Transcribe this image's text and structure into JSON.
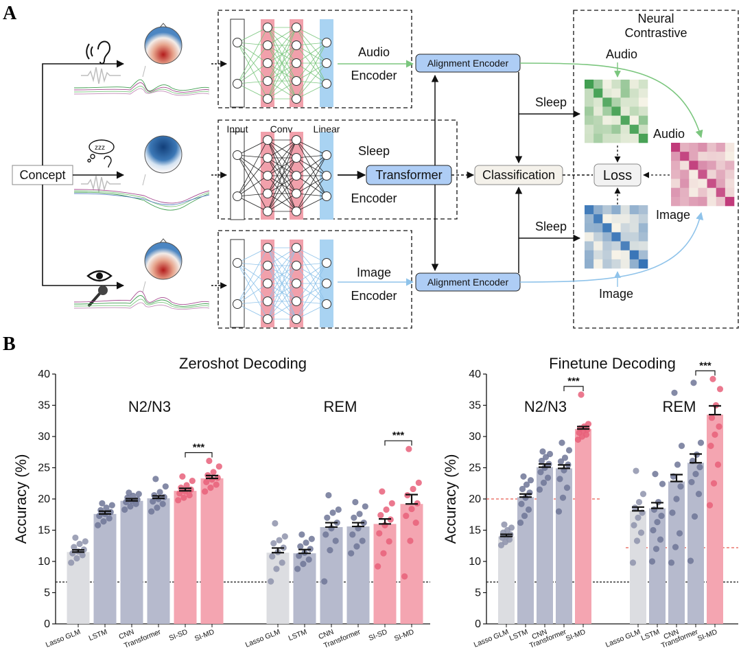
{
  "panel_a": {
    "letter": "A",
    "concept_label": "Concept",
    "encoders": {
      "audio": {
        "line1": "Audio",
        "line2": "Encoder"
      },
      "sleep": {
        "line1": "Sleep",
        "line2": "Encoder"
      },
      "image": {
        "line1": "Image",
        "line2": "Encoder"
      }
    },
    "layer_labels": {
      "input": "Input",
      "conv": "Conv",
      "linear": "Linear"
    },
    "alignment_encoder_label": "Alignment Encoder",
    "transformer_label": "Transformer",
    "classification_label": "Classification",
    "loss_label": "Loss",
    "neural_contrastive": {
      "line1": "Neural",
      "line2": "Contrastive"
    },
    "matrix_labels": {
      "audio_top": "Audio",
      "sleep_top": "Sleep",
      "sleep_bottom": "Sleep",
      "image_bottom": "Image",
      "audio_side": "Audio",
      "image_side": "Image"
    },
    "colors": {
      "audio_green": "#7bc67e",
      "image_blue": "#8fc3ea",
      "conv_pink": "#f1a0ab",
      "linear_blue": "#a9d3f2",
      "encoder_box": "#aecdf5",
      "heat_green": "#3f9e4f",
      "heat_blue": "#2f6fb5",
      "heat_pink": "#c0397a"
    }
  },
  "panel_b": {
    "letter": "B",
    "y_axis_label": "Accuracy (%)"
  },
  "chart_data": [
    {
      "type": "bar",
      "title": "Zeroshot Decoding",
      "ylabel": "Accuracy (%)",
      "ylim": [
        0,
        40
      ],
      "yticks": [
        0,
        5,
        10,
        15,
        20,
        25,
        30,
        35,
        40
      ],
      "chance_level": 6.7,
      "groups": [
        {
          "name": "N2/N3",
          "categories": [
            "Lasso GLM",
            "LSTM",
            "CNN",
            "Transformer",
            "SI-SD",
            "SI-MD"
          ],
          "values": [
            11.5,
            17.6,
            19.7,
            20.1,
            21.3,
            23.3
          ],
          "sem": [
            0.35,
            0.45,
            0.35,
            0.4,
            0.4,
            0.45
          ],
          "points": [
            [
              9.8,
              10.5,
              11.0,
              11.3,
              11.6,
              11.9,
              12.3,
              12.8,
              13.2,
              13.8
            ],
            [
              15.8,
              16.4,
              16.9,
              17.3,
              17.6,
              17.9,
              18.2,
              18.6,
              19.0,
              19.3
            ],
            [
              18.3,
              18.8,
              19.2,
              19.5,
              19.7,
              19.9,
              20.2,
              20.5,
              20.8,
              21.0
            ],
            [
              18.0,
              18.6,
              19.2,
              19.6,
              20.0,
              20.3,
              20.6,
              21.1,
              22.0,
              23.2
            ],
            [
              19.8,
              20.2,
              20.6,
              20.9,
              21.2,
              21.5,
              21.8,
              22.2,
              22.9,
              23.6
            ],
            [
              21.2,
              21.8,
              22.3,
              22.7,
              23.1,
              23.4,
              23.8,
              24.3,
              25.2,
              26.1
            ]
          ],
          "significance": {
            "pair": [
              "SI-SD",
              "SI-MD"
            ],
            "label": "***"
          }
        },
        {
          "name": "REM",
          "categories": [
            "Lasso GLM",
            "LSTM",
            "CNN",
            "Transformer",
            "SI-SD",
            "SI-MD"
          ],
          "values": [
            11.4,
            11.3,
            15.5,
            15.6,
            16.0,
            19.2
          ],
          "sem": [
            0.75,
            0.6,
            0.7,
            0.6,
            0.8,
            1.5
          ],
          "points": [
            [
              6.8,
              8.8,
              9.8,
              10.8,
              11.5,
              12.2,
              12.9,
              13.4,
              14.0,
              16.1
            ],
            [
              8.8,
              9.6,
              10.3,
              10.9,
              11.4,
              12.0,
              12.4,
              13.0,
              13.6,
              14.3
            ],
            [
              6.8,
              11.8,
              13.3,
              14.3,
              15.3,
              16.2,
              17.0,
              17.8,
              18.3,
              20.6
            ],
            [
              11.3,
              12.4,
              13.3,
              14.3,
              15.3,
              16.2,
              17.0,
              17.6,
              18.8,
              19.5
            ],
            [
              9.2,
              11.3,
              13.2,
              14.5,
              15.8,
              16.7,
              17.4,
              18.3,
              19.3,
              21.2
            ],
            [
              7.6,
              13.3,
              16.2,
              17.3,
              18.4,
              19.3,
              20.6,
              21.6,
              22.6,
              28.0
            ]
          ],
          "significance": {
            "pair": [
              "SI-SD",
              "SI-MD"
            ],
            "label": "***"
          }
        }
      ]
    },
    {
      "type": "bar",
      "title": "Finetune Decoding",
      "ylabel": "Accuracy (%)",
      "ylim": [
        0,
        40
      ],
      "yticks": [
        0,
        5,
        10,
        15,
        20,
        25,
        30,
        35,
        40
      ],
      "chance_level": 6.7,
      "reference_lines": [
        {
          "group": "N2/N3",
          "value": 20.0
        },
        {
          "group": "REM",
          "value": 12.2
        }
      ],
      "groups": [
        {
          "name": "N2/N3",
          "categories": [
            "Lasso GLM",
            "LSTM",
            "CNN",
            "Transformer",
            "SI-MD"
          ],
          "values": [
            14.0,
            20.3,
            25.1,
            24.9,
            31.2
          ],
          "sem": [
            0.35,
            0.5,
            0.5,
            0.55,
            0.4
          ],
          "points": [
            [
              12.6,
              13.1,
              13.5,
              13.8,
              14.0,
              14.3,
              14.6,
              15.0,
              15.4,
              15.9
            ],
            [
              16.2,
              17.3,
              18.3,
              19.2,
              20.2,
              21.0,
              21.6,
              22.3,
              23.0,
              23.6
            ],
            [
              21.5,
              22.6,
              23.4,
              24.3,
              25.0,
              25.6,
              26.1,
              26.7,
              27.2,
              27.6
            ],
            [
              18.0,
              20.2,
              21.8,
              23.2,
              24.6,
              25.5,
              26.0,
              26.6,
              27.8,
              29.0
            ],
            [
              29.5,
              30.0,
              30.3,
              30.6,
              30.9,
              31.1,
              31.3,
              31.6,
              32.0,
              36.7
            ]
          ],
          "significance": {
            "pair": [
              "Transformer",
              "SI-MD"
            ],
            "label": "***"
          }
        },
        {
          "name": "REM",
          "categories": [
            "Lasso GLM",
            "LSTM",
            "CNN",
            "Transformer",
            "SI-MD"
          ],
          "values": [
            18.1,
            18.5,
            22.8,
            25.8,
            33.5
          ],
          "sem": [
            0.6,
            0.9,
            1.1,
            1.4,
            1.4
          ],
          "points": [
            [
              9.8,
              13.3,
              14.6,
              15.8,
              17.0,
              17.8,
              18.6,
              19.5,
              20.8,
              24.5
            ],
            [
              10.0,
              12.0,
              13.5,
              15.0,
              16.3,
              17.3,
              18.3,
              19.5,
              22.4,
              24.0
            ],
            [
              9.8,
              12.3,
              14.5,
              17.8,
              20.0,
              22.0,
              23.6,
              25.5,
              28.5,
              37.0
            ],
            [
              10.1,
              17.2,
              20.8,
              22.7,
              24.0,
              25.1,
              26.1,
              27.1,
              29.0,
              38.6
            ],
            [
              19.0,
              22.5,
              25.5,
              28.5,
              30.3,
              31.6,
              33.0,
              35.0,
              37.6,
              39.2
            ]
          ],
          "significance": {
            "pair": [
              "Transformer",
              "SI-MD"
            ],
            "label": "***"
          }
        }
      ]
    }
  ]
}
